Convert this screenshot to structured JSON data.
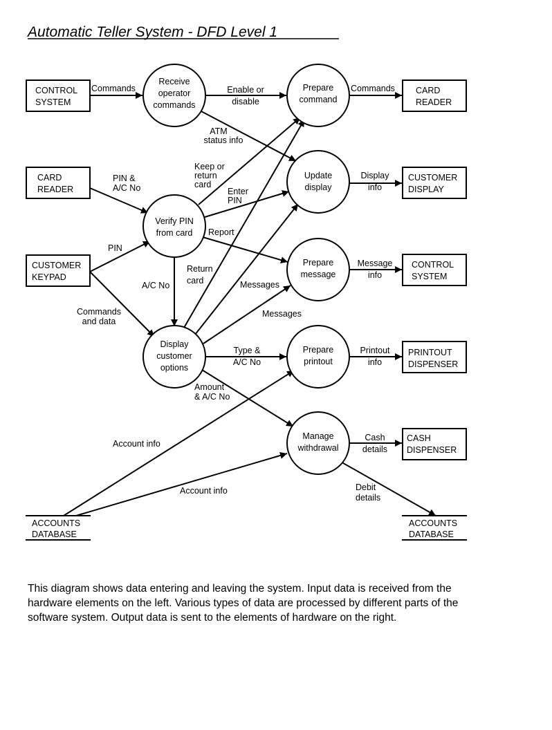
{
  "title": "Automatic Teller System - DFD Level 1",
  "caption": "This diagram shows data entering and leaving the system.  Input data is received from the hardware elements on the left.  Various types of data are processed by different parts of the software system.  Output data is sent to the elements of hardware on the right.",
  "entities": {
    "control_system_in": [
      "CONTROL",
      "SYSTEM"
    ],
    "card_reader_in": [
      "CARD",
      "READER"
    ],
    "customer_keypad": [
      "CUSTOMER",
      "KEYPAD"
    ],
    "card_reader_out": [
      "CARD",
      "READER"
    ],
    "customer_display": [
      "CUSTOMER",
      "DISPLAY"
    ],
    "control_system_out": [
      "CONTROL",
      "SYSTEM"
    ],
    "printout_dispenser": [
      "PRINTOUT",
      "DISPENSER"
    ],
    "cash_dispenser": [
      "CASH",
      "DISPENSER"
    ]
  },
  "stores": {
    "accounts_db_left": [
      "ACCOUNTS",
      "DATABASE"
    ],
    "accounts_db_right": [
      "ACCOUNTS",
      "DATABASE"
    ]
  },
  "processes": {
    "receive_commands": [
      "Receive",
      "operator",
      "commands"
    ],
    "verify_pin": [
      "Verify PIN",
      "from card"
    ],
    "display_options": [
      "Display",
      "customer",
      "options"
    ],
    "prepare_command": [
      "Prepare",
      "command"
    ],
    "update_display": [
      "Update",
      "display"
    ],
    "prepare_message": [
      "Prepare",
      "message"
    ],
    "prepare_printout": [
      "Prepare",
      "printout"
    ],
    "manage_withdrawal": [
      "Manage",
      "withdrawal"
    ]
  },
  "flows": {
    "commands_1": [
      "Commands"
    ],
    "commands_2": [
      "Commands"
    ],
    "enable_disable": [
      "Enable or",
      "disable"
    ],
    "atm_status": [
      "ATM",
      "status info"
    ],
    "pin_ac": [
      "PIN &",
      "A/C No"
    ],
    "pin": [
      "PIN"
    ],
    "keep_return": [
      "Keep or",
      "return",
      "card"
    ],
    "enter_pin": [
      "Enter",
      "PIN"
    ],
    "report": [
      "Report"
    ],
    "return_card": [
      "Return",
      "card"
    ],
    "ac_no": [
      "A/C No"
    ],
    "messages_1": [
      "Messages"
    ],
    "messages_2": [
      "Messages"
    ],
    "commands_data": [
      "Commands",
      "and data"
    ],
    "display_info": [
      "Display",
      "info"
    ],
    "message_info": [
      "Message",
      "info"
    ],
    "type_ac": [
      "Type &",
      "A/C No"
    ],
    "printout_info": [
      "Printout",
      "info"
    ],
    "amount_ac": [
      "Amount",
      "& A/C No"
    ],
    "cash_details": [
      "Cash",
      "details"
    ],
    "account_info_1": [
      "Account info"
    ],
    "account_info_2": [
      "Account info"
    ],
    "debit_details": [
      "Debit",
      "details"
    ]
  }
}
